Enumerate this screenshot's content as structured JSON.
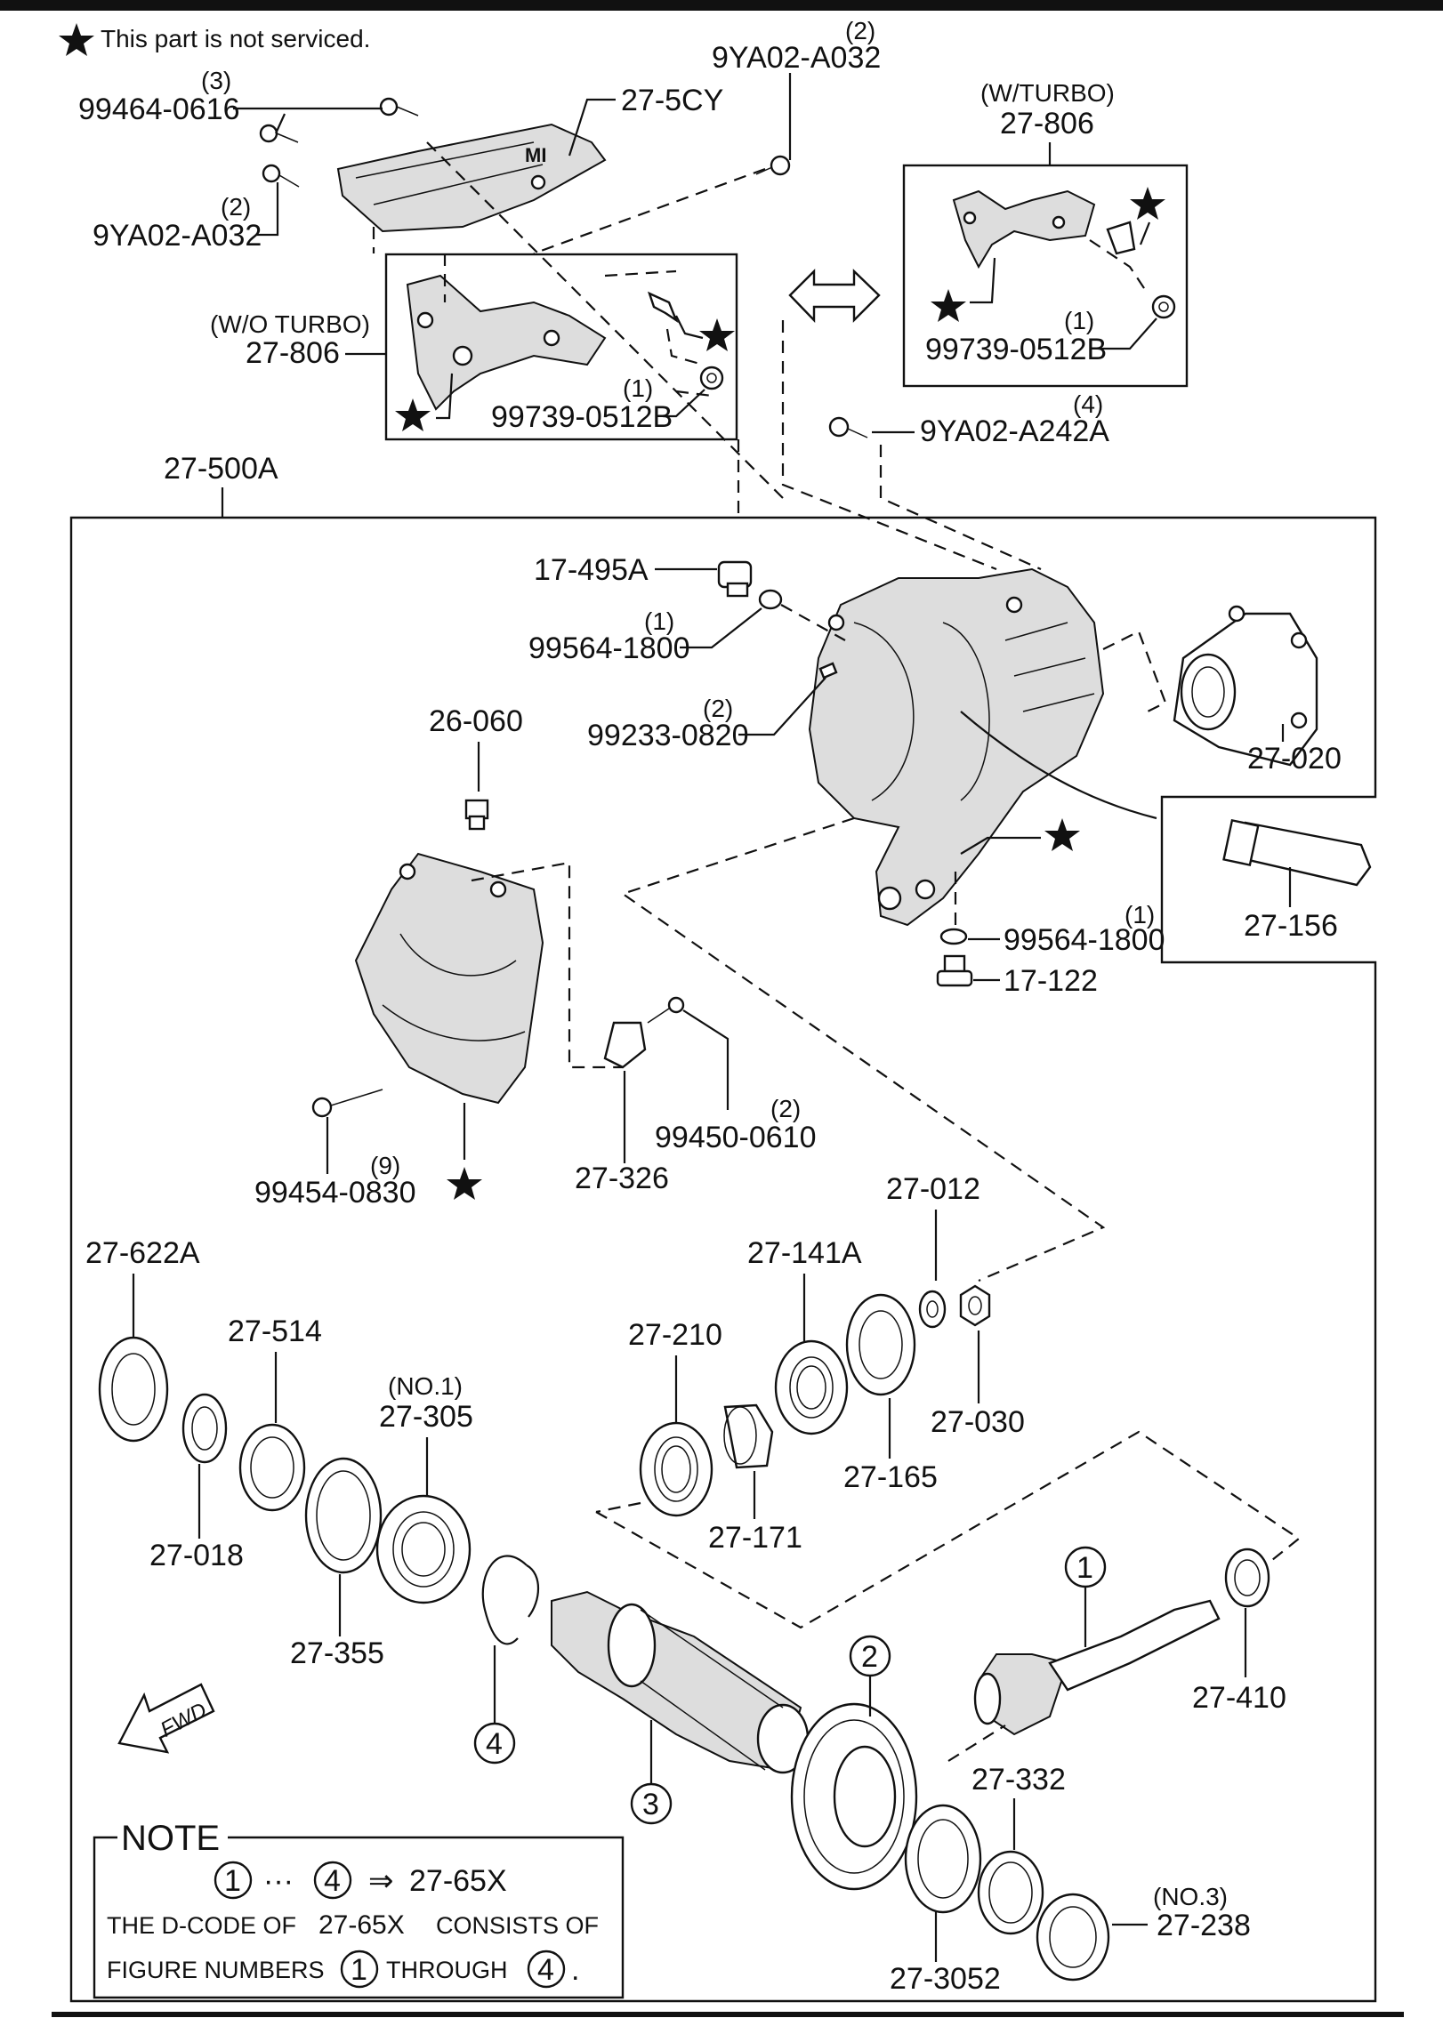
{
  "legend": {
    "star_note": "This part is not serviced."
  },
  "labels": {
    "l_9ya02_top": "9YA02-A032",
    "q_9ya02_top": "(2)",
    "l_99464": "99464-0616",
    "q_99464": "(3)",
    "l_275cy": "27-5CY",
    "l_9ya02_left": "9YA02-A032",
    "q_9ya02_left": "(2)",
    "wturbo": "(W/TURBO)",
    "l_27806_r": "27-806",
    "l_99739_r": "99739-0512B",
    "q_99739_r": "(1)",
    "woturbo": "(W/O TURBO)",
    "l_27806_l": "27-806",
    "l_99739_l": "99739-0512B",
    "q_99739_l": "(1)",
    "l_9ya02_242": "9YA02-A242A",
    "q_9ya02_242": "(4)",
    "l_27500a": "27-500A",
    "l_17495a": "17-495A",
    "l_99564_top": "99564-1800",
    "q_99564_top": "(1)",
    "l_99233": "99233-0820",
    "q_99233": "(2)",
    "l_27020": "27-020",
    "l_26060": "26-060",
    "l_27156": "27-156",
    "l_99564_bot": "99564-1800",
    "q_99564_bot": "(1)",
    "l_17122": "17-122",
    "l_99450": "99450-0610",
    "q_99450": "(2)",
    "l_27326": "27-326",
    "l_99454": "99454-0830",
    "q_99454": "(9)",
    "l_27012": "27-012",
    "l_27141a": "27-141A",
    "l_27622a": "27-622A",
    "l_27514": "27-514",
    "q_no1": "(NO.1)",
    "l_27305": "27-305",
    "l_27210": "27-210",
    "l_27030": "27-030",
    "l_27165": "27-165",
    "l_27018": "27-018",
    "l_27171": "27-171",
    "l_27355": "27-355",
    "l_27410": "27-410",
    "fwd": "FWD",
    "l_27332": "27-332",
    "l_27238": "27-238",
    "q_no3": "(NO.3)",
    "l_273052": "27-3052"
  },
  "callouts": {
    "c1": "1",
    "c2": "2",
    "c3": "3",
    "c4": "4"
  },
  "note": {
    "title": "NOTE",
    "c1": "1",
    "dots": "···",
    "c4": "4",
    "arrow": "⇒",
    "code": "27-65X",
    "line2a": "THE D-CODE OF",
    "line2b": "27-65X",
    "line2c": "CONSISTS OF",
    "line3a": "FIGURE NUMBERS",
    "n1": "1",
    "line3b": "THROUGH",
    "n4": "4",
    "dot": "."
  }
}
